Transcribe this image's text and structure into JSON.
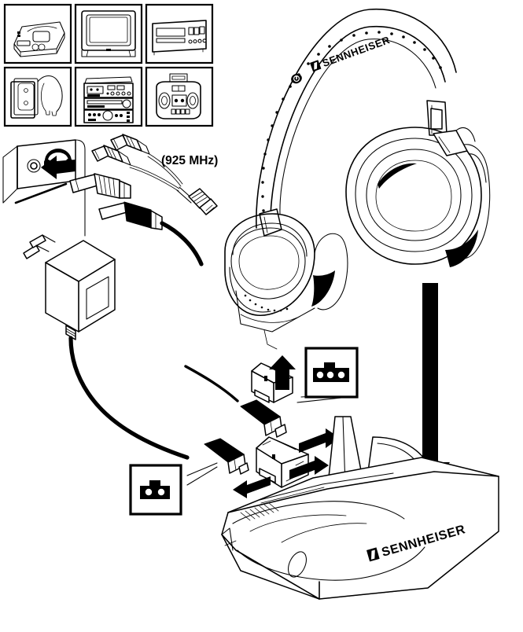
{
  "document": {
    "title": "Sennheiser Wireless Headphone System Setup Diagram",
    "type": "line-art instruction illustration",
    "background_color": "#ffffff",
    "line_color": "#000000"
  },
  "source_devices_panel": {
    "name": "compatible-audio-source-grid",
    "rows": 2,
    "columns": 3,
    "cells": [
      {
        "id": "portable-cd-player",
        "label": "Portable CD player",
        "row": 1,
        "col": 1
      },
      {
        "id": "television",
        "label": "Television set",
        "row": 1,
        "col": 2
      },
      {
        "id": "hifi-component",
        "label": "Hi-fi component / CD deck",
        "row": 1,
        "col": 3
      },
      {
        "id": "personal-cassette-player",
        "label": "Personal cassette player with earphones",
        "row": 2,
        "col": 1
      },
      {
        "id": "stereo-stack-system",
        "label": "Stereo stack system",
        "row": 2,
        "col": 2
      },
      {
        "id": "boombox",
        "label": "Portable radio cassette recorder",
        "row": 2,
        "col": 3
      }
    ]
  },
  "audio_connection": {
    "jack_panel": {
      "name": "headphone-output-socket-panel",
      "socket_icon": "headphone-icon",
      "secondary_socket": "round-jack-socket"
    },
    "insert_arrow": {
      "name": "insert-arrow",
      "direction": "left"
    },
    "plugs": [
      {
        "id": "jack-plug-35mm",
        "label": "3.5 mm stereo jack plug"
      },
      {
        "id": "jack-plug-635mm",
        "label": "6.3 mm stereo jack adapter plug"
      }
    ],
    "rca_cable": {
      "id": "rca-phono-cable",
      "label": "Stereo RCA / phono cable",
      "connector_count": 2
    },
    "frequency_label": "(925 MHz)"
  },
  "power_supply": {
    "name": "ac-power-adapter",
    "label": "Mains power adapter (2-prong europlug)",
    "prongs": 2,
    "cable_label": "DC power lead"
  },
  "callouts": [
    {
      "id": "connector-3-pin-callout",
      "pins": 3,
      "description": "Three-contact connector socket detail",
      "position": "upper-right",
      "points_to": "battery-pack-connector-plug"
    },
    {
      "id": "connector-2-pin-callout",
      "pins": 2,
      "description": "Two-contact connector socket detail",
      "position": "lower-left",
      "points_to": "dc-power-connector-plug"
    }
  ],
  "battery_pack": {
    "name": "rechargeable-battery-pack",
    "label": "Rechargeable accupack",
    "arrow": {
      "name": "battery-insert-arrow",
      "direction": "up"
    }
  },
  "transmitter_module": {
    "name": "transmitter-module",
    "label": "Transmitter slide-in module",
    "arrows": [
      {
        "name": "module-slide-arrow-right-upper",
        "direction": "right"
      },
      {
        "name": "module-slide-arrow-left",
        "direction": "left"
      },
      {
        "name": "module-slide-arrow-right-lower",
        "direction": "right"
      }
    ]
  },
  "headphones": {
    "name": "wireless-headphones",
    "brand": "SENNHEISER",
    "parts": [
      "headband",
      "left-earcup",
      "right-earcup",
      "yoke-slider",
      "power-button"
    ]
  },
  "base_station": {
    "name": "charging-base-transmitter",
    "brand": "SENNHEISER",
    "dock_arrow": {
      "name": "headphone-dock-arrow",
      "direction": "down"
    }
  }
}
